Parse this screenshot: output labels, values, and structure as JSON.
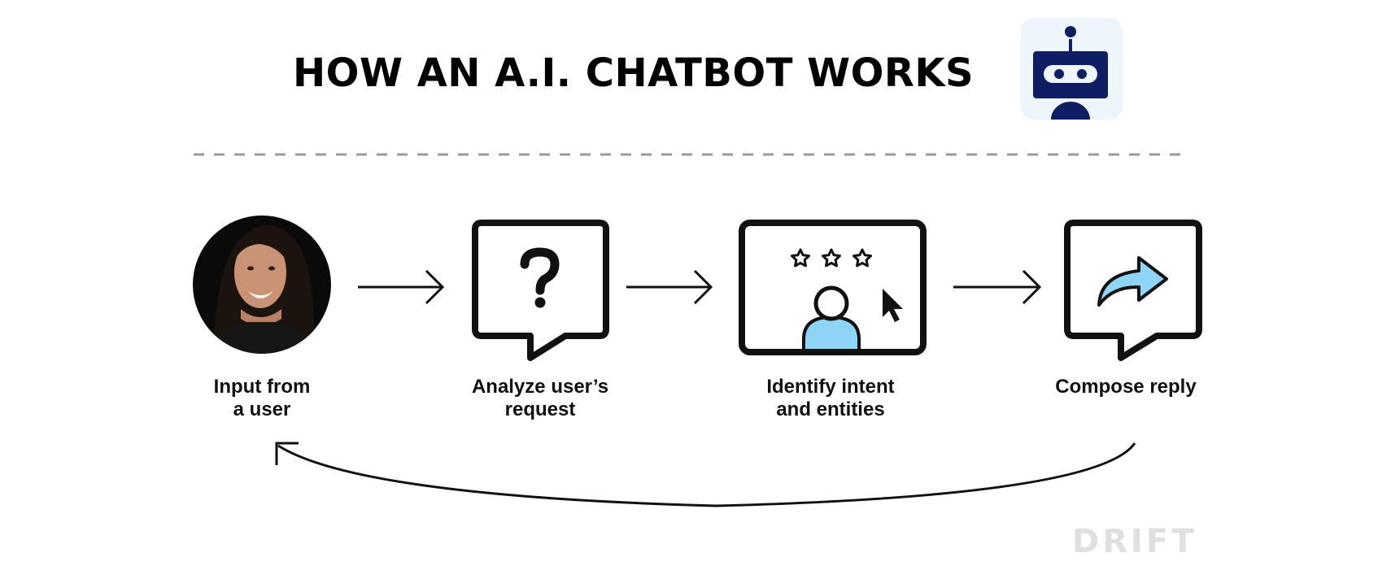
{
  "title": "HOW AN A.I. CHATBOT WORKS",
  "brand": "DRIFT",
  "colors": {
    "robot_navy": "#0d1e63",
    "robot_bg": "#eef6fb",
    "accent_light_blue": "#8fd5f8",
    "stroke": "#111111",
    "divider": "#9a9a9a",
    "brand_gray": "#e0e0e0"
  },
  "icons": {
    "robot": "robot-icon",
    "user_photo": "user-photo",
    "question": "question-bubble-icon",
    "intent": "intent-screen-icon",
    "reply": "reply-bubble-icon"
  },
  "steps": [
    {
      "line1": "Input from",
      "line2": "a user"
    },
    {
      "line1": "Analyze user’s",
      "line2": "request"
    },
    {
      "line1": "Identify intent",
      "line2": "and entities"
    },
    {
      "line1": "Compose reply",
      "line2": ""
    }
  ]
}
